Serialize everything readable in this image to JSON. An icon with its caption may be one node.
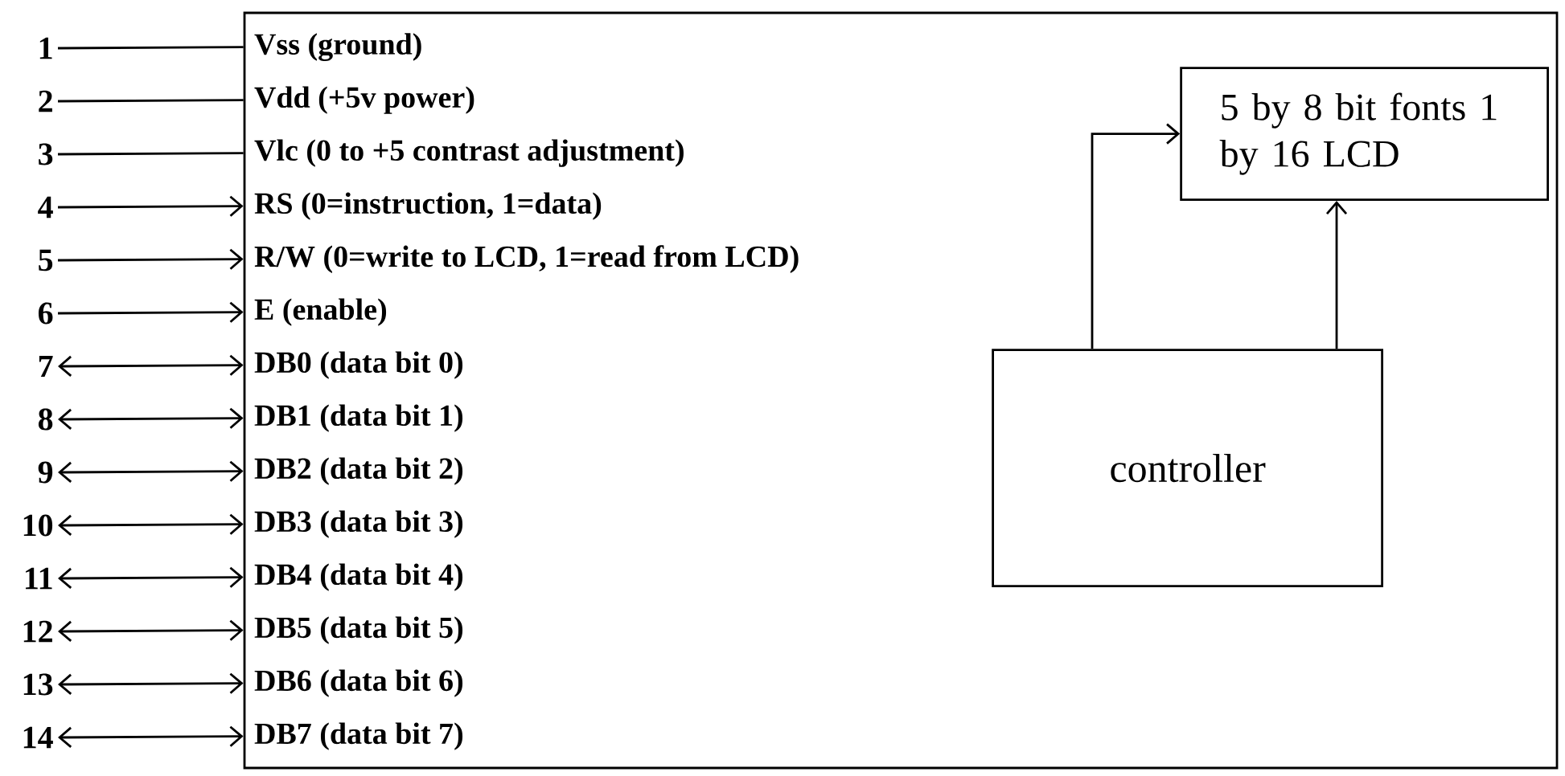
{
  "diagram": {
    "nodes": [
      {
        "text": [],
        "shape": "box"
      },
      {
        "text": [
          "1"
        ]
      },
      {
        "text": [
          "2"
        ]
      },
      {
        "text": [
          "3"
        ]
      },
      {
        "text": [
          "4"
        ]
      },
      {
        "text": [
          "5"
        ]
      },
      {
        "text": [
          "6"
        ]
      },
      {
        "text": [
          "7"
        ]
      },
      {
        "text": [
          "8"
        ]
      },
      {
        "text": [
          "9"
        ]
      },
      {
        "text": [
          "10"
        ]
      },
      {
        "text": [
          "11"
        ]
      },
      {
        "text": [
          "12"
        ]
      },
      {
        "text": [
          "13"
        ]
      },
      {
        "text": [
          "14"
        ]
      },
      {
        "text": [
          "Vss (ground)"
        ],
        "in": 0
      },
      {
        "text": [
          "Vdd (+5v power)"
        ],
        "in": 0
      },
      {
        "text": [
          "Vlc (0 to +5 contrast adjustment)"
        ],
        "in": 0
      },
      {
        "text": [
          "RS (0=instruction, 1=data)"
        ],
        "in": 0
      },
      {
        "text": [
          "R/W (0=write to LCD, 1=read from LCD)"
        ],
        "in": 0
      },
      {
        "text": [
          "E (enable)"
        ],
        "in": 0
      },
      {
        "text": [
          "DB0 (data bit 0)"
        ],
        "in": 0
      },
      {
        "text": [
          "DB1 (data bit 1)"
        ],
        "in": 0
      },
      {
        "text": [
          "DB2 (data bit 2)"
        ],
        "in": 0
      },
      {
        "text": [
          "DB3 (data bit 3)"
        ],
        "in": 0
      },
      {
        "text": [
          "DB4 (data bit 4)"
        ],
        "in": 0
      },
      {
        "text": [
          "DB5 (data bit 5)"
        ],
        "in": 0
      },
      {
        "text": [
          "DB6 (data bit 6)"
        ],
        "in": 0
      },
      {
        "text": [
          "DB7 (data bit 7)"
        ],
        "in": 0
      },
      {
        "text": [
          "5 by 8 bit fonts 1 by 16 LCD"
        ],
        "in": 0
      },
      {
        "text": [
          "controller"
        ],
        "in": 0
      }
    ],
    "edges": [
      {
        "from": 1,
        "to": 15,
        "arrow": "none"
      },
      {
        "from": 2,
        "to": 16,
        "arrow": "none"
      },
      {
        "from": 3,
        "to": 17,
        "arrow": "none"
      },
      {
        "from": 4,
        "to": 18,
        "arrow": "to"
      },
      {
        "from": 5,
        "to": 19,
        "arrow": "to"
      },
      {
        "from": 6,
        "to": 20,
        "arrow": "to"
      },
      {
        "from": 7,
        "to": 21,
        "arrow": "both"
      },
      {
        "from": 8,
        "to": 22,
        "arrow": "both"
      },
      {
        "from": 9,
        "to": 23,
        "arrow": "both"
      },
      {
        "from": 10,
        "to": 24,
        "arrow": "both"
      },
      {
        "from": 11,
        "to": 25,
        "arrow": "both"
      },
      {
        "from": 12,
        "to": 26,
        "arrow": "both"
      },
      {
        "from": 13,
        "to": 27,
        "arrow": "both"
      },
      {
        "from": 14,
        "to": 28,
        "arrow": "both"
      },
      {
        "from": 30,
        "to": 29,
        "arrow": "to"
      },
      {
        "from": 30,
        "to": 29,
        "arrow": "to"
      }
    ]
  }
}
